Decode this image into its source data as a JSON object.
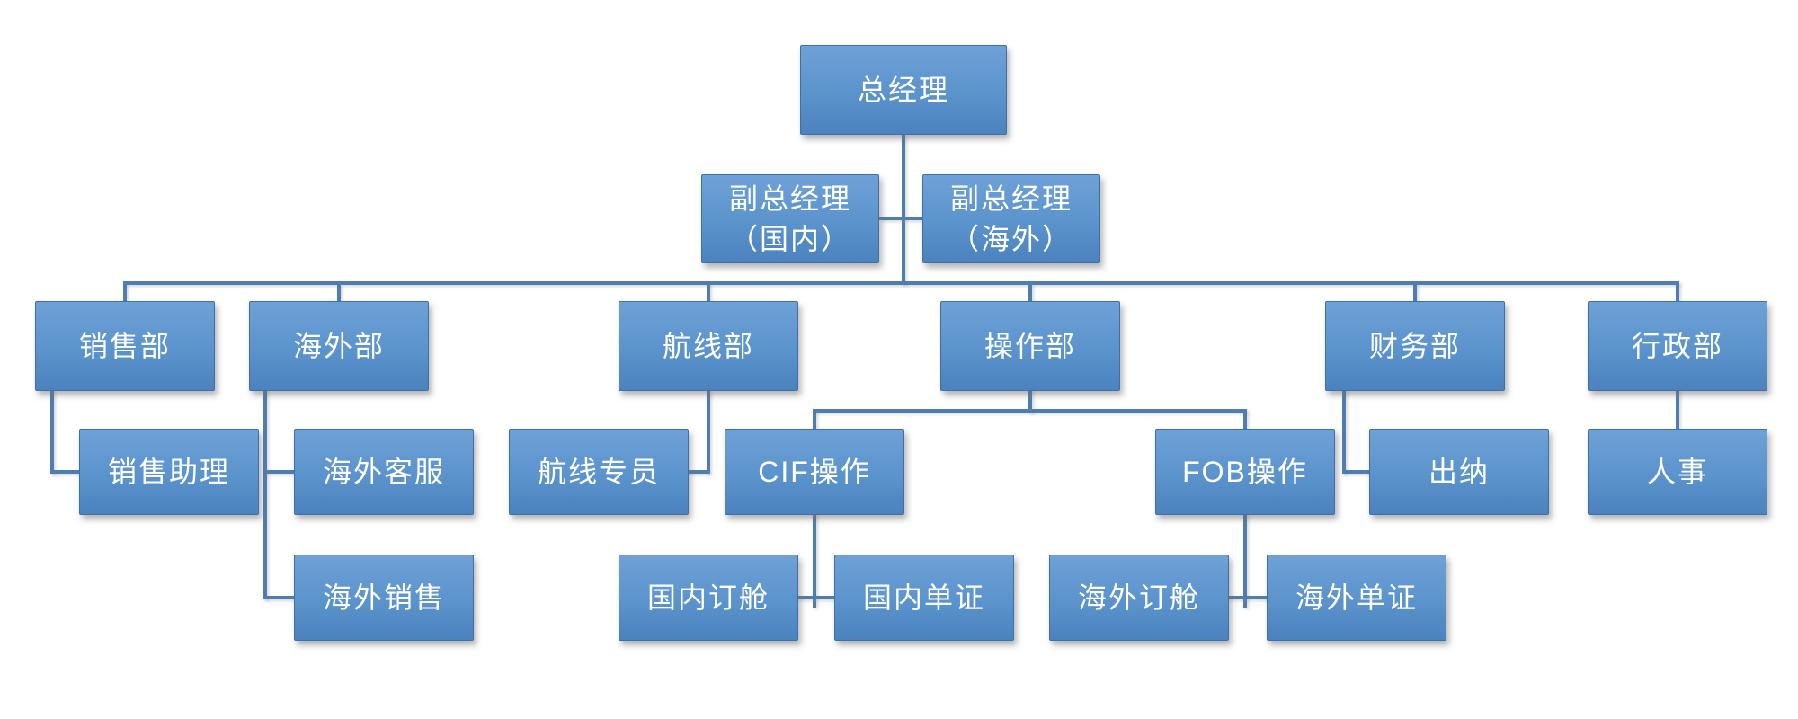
{
  "diagram": {
    "type": "org-chart",
    "background_color": "#FFFFFF",
    "node_fill_top": "#6EA1D7",
    "node_fill_bottom": "#4B82BF",
    "node_text_color": "#FFFFFF",
    "connector_color": "#4E7EAF",
    "nodes": {
      "gm": {
        "label": "总经理"
      },
      "dgm_domestic": {
        "label": "副总经理\n（国内）"
      },
      "dgm_overseas": {
        "label": "副总经理\n（海外）"
      },
      "sales": {
        "label": "销售部"
      },
      "overseas": {
        "label": "海外部"
      },
      "route": {
        "label": "航线部"
      },
      "operations": {
        "label": "操作部"
      },
      "finance": {
        "label": "财务部"
      },
      "admin": {
        "label": "行政部"
      },
      "sales_assistant": {
        "label": "销售助理"
      },
      "overseas_service": {
        "label": "海外客服"
      },
      "overseas_sales": {
        "label": "海外销售"
      },
      "route_specialist": {
        "label": "航线专员"
      },
      "cif_operations": {
        "label": "CIF操作"
      },
      "fob_operations": {
        "label": "FOB操作"
      },
      "cashier": {
        "label": "出纳"
      },
      "hr": {
        "label": "人事"
      },
      "domestic_booking": {
        "label": "国内订舱"
      },
      "domestic_docs": {
        "label": "国内单证"
      },
      "overseas_booking": {
        "label": "海外订舱"
      },
      "overseas_docs": {
        "label": "海外单证"
      }
    },
    "edges": [
      {
        "from": "gm",
        "to": "dgm_domestic"
      },
      {
        "from": "gm",
        "to": "dgm_overseas"
      },
      {
        "from": "gm",
        "to": "sales"
      },
      {
        "from": "gm",
        "to": "overseas"
      },
      {
        "from": "gm",
        "to": "route"
      },
      {
        "from": "gm",
        "to": "operations"
      },
      {
        "from": "gm",
        "to": "finance"
      },
      {
        "from": "gm",
        "to": "admin"
      },
      {
        "from": "sales",
        "to": "sales_assistant"
      },
      {
        "from": "overseas",
        "to": "overseas_service"
      },
      {
        "from": "overseas",
        "to": "overseas_sales"
      },
      {
        "from": "route",
        "to": "route_specialist"
      },
      {
        "from": "operations",
        "to": "cif_operations"
      },
      {
        "from": "operations",
        "to": "fob_operations"
      },
      {
        "from": "finance",
        "to": "cashier"
      },
      {
        "from": "admin",
        "to": "hr"
      },
      {
        "from": "cif_operations",
        "to": "domestic_booking"
      },
      {
        "from": "cif_operations",
        "to": "domestic_docs"
      },
      {
        "from": "fob_operations",
        "to": "overseas_booking"
      },
      {
        "from": "fob_operations",
        "to": "overseas_docs"
      }
    ]
  }
}
